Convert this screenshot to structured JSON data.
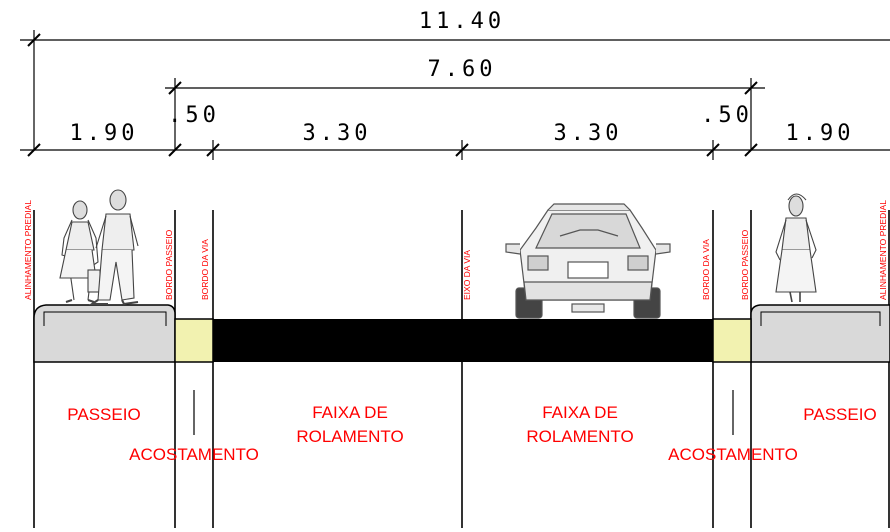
{
  "dimensions": {
    "total": "11.40",
    "carriageway": "7.60",
    "sidewalk_left": "1.90",
    "shoulder_left": ".50",
    "lane_left": "3.30",
    "lane_right": "3.30",
    "shoulder_right": ".50",
    "sidewalk_right": "1.90"
  },
  "vertical_labels": {
    "alinhamento_left": "ALINHAMENTO PREDIAL",
    "bordo_passeio_left": "BORDO PASSEIO",
    "bordo_via_left": "BORDO DA VIA",
    "eixo": "EIXO DA VIA",
    "bordo_via_right": "BORDO DA VIA",
    "bordo_passeio_right": "BORDO PASSEIO",
    "alinhamento_right": "ALINHAMENTO PREDIAL"
  },
  "zone_labels": {
    "passeio_left": "PASSEIO",
    "acostamento_left": "ACOSTAMENTO",
    "faixa_left_1": "FAIXA DE",
    "faixa_left_2": "ROLAMENTO",
    "faixa_right_1": "FAIXA DE",
    "faixa_right_2": "ROLAMENTO",
    "acostamento_right": "ACOSTAMENTO",
    "passeio_right": "PASSEIO"
  },
  "colors": {
    "label_red": "#ff0000",
    "asphalt": "#000000",
    "shoulder": "#f2f2b0",
    "sidewalk": "#d9d9d9"
  }
}
